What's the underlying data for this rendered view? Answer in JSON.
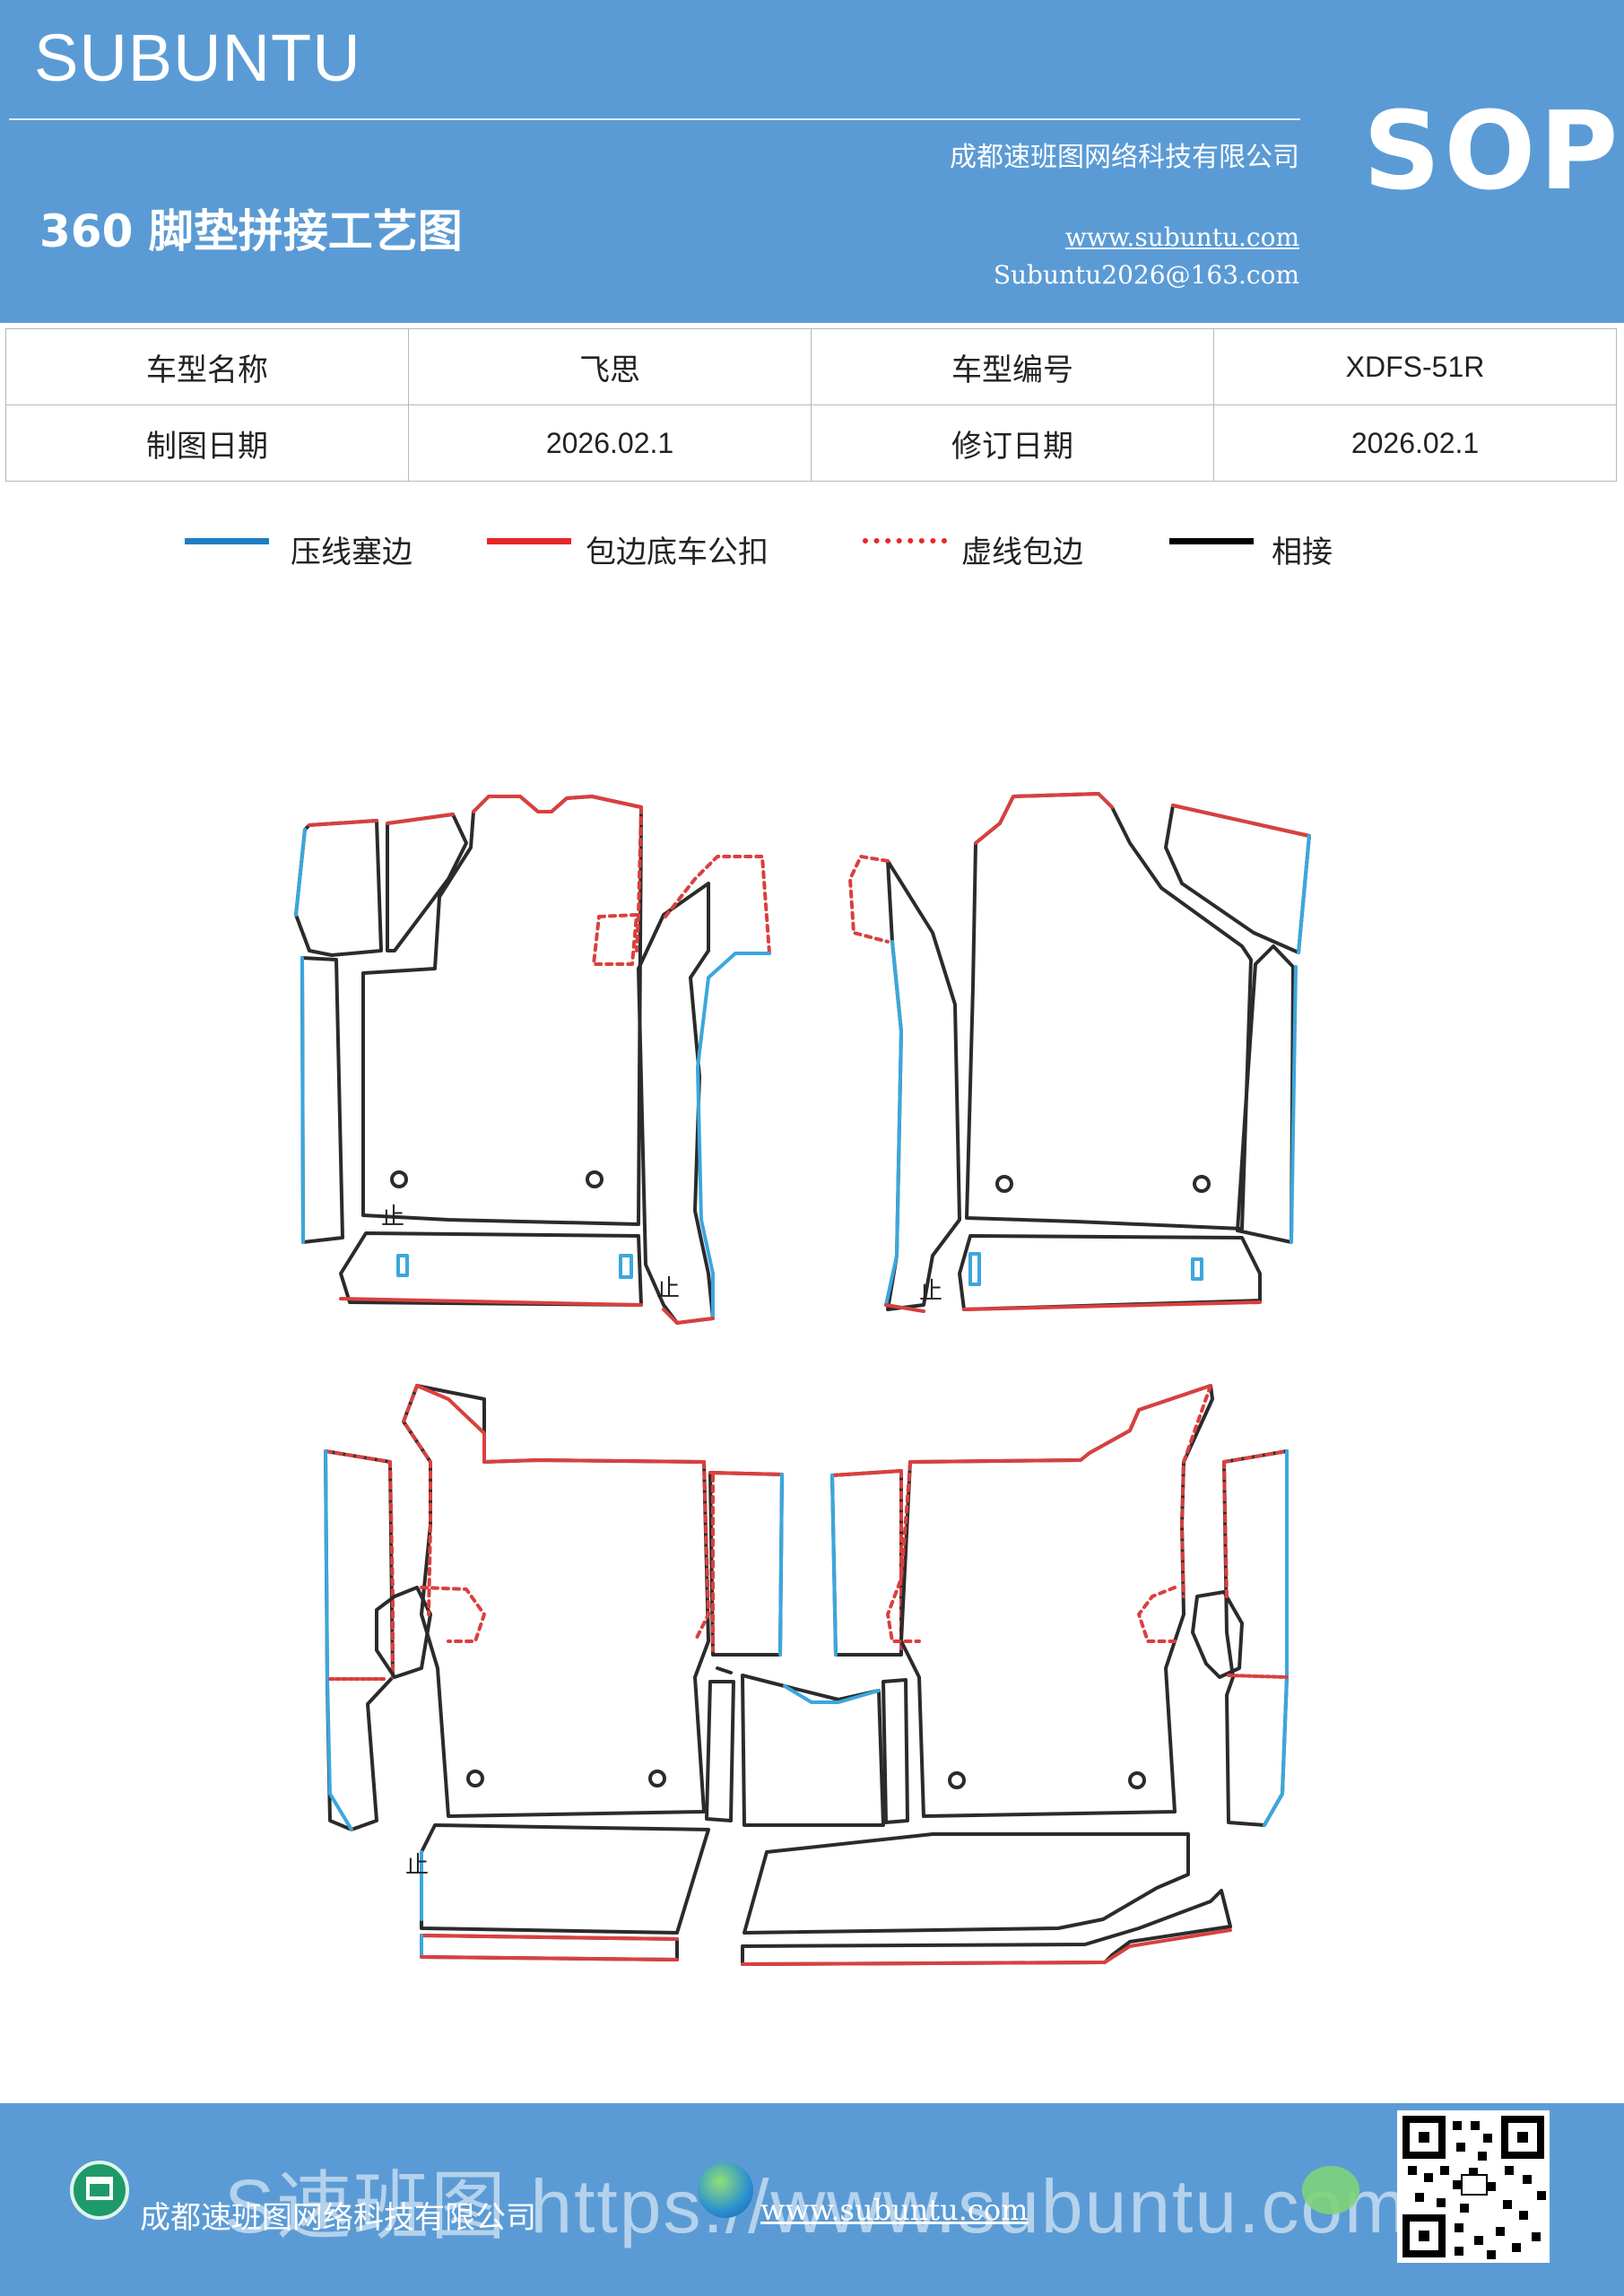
{
  "header": {
    "brand": "SUBUNTU",
    "badge": "SOP",
    "company": "成都速班图网络科技有限公司",
    "title": "360 脚垫拼接工艺图",
    "website": "www.subuntu.com",
    "email": "Subuntu2026@163.com"
  },
  "info_table": {
    "rows": [
      {
        "label1": "车型名称",
        "value1": "飞思",
        "label2": "车型编号",
        "value2": "XDFS-51R"
      },
      {
        "label1": "制图日期",
        "value1": "2026.02.1",
        "label2": "修订日期",
        "value2": "2026.02.1"
      }
    ]
  },
  "legend": [
    {
      "label": "压线塞边",
      "color": "#1f7cc4",
      "style": "solid"
    },
    {
      "label": "包边底车公扣",
      "color": "#e8262a",
      "style": "solid"
    },
    {
      "label": "虚线包边",
      "color": "#e8262a",
      "style": "dotted"
    },
    {
      "label": "相接",
      "color": "#000000",
      "style": "solid"
    }
  ],
  "drawing": {
    "stop_mark": "止",
    "colors": {
      "press": "#3ba7dd",
      "edge": "#d9403f",
      "join": "#2b2b2b"
    }
  },
  "footer": {
    "company": "成都速班图网络科技有限公司",
    "website": "www.subuntu.com",
    "watermark": "S速班图 https://www.subuntu.com"
  }
}
